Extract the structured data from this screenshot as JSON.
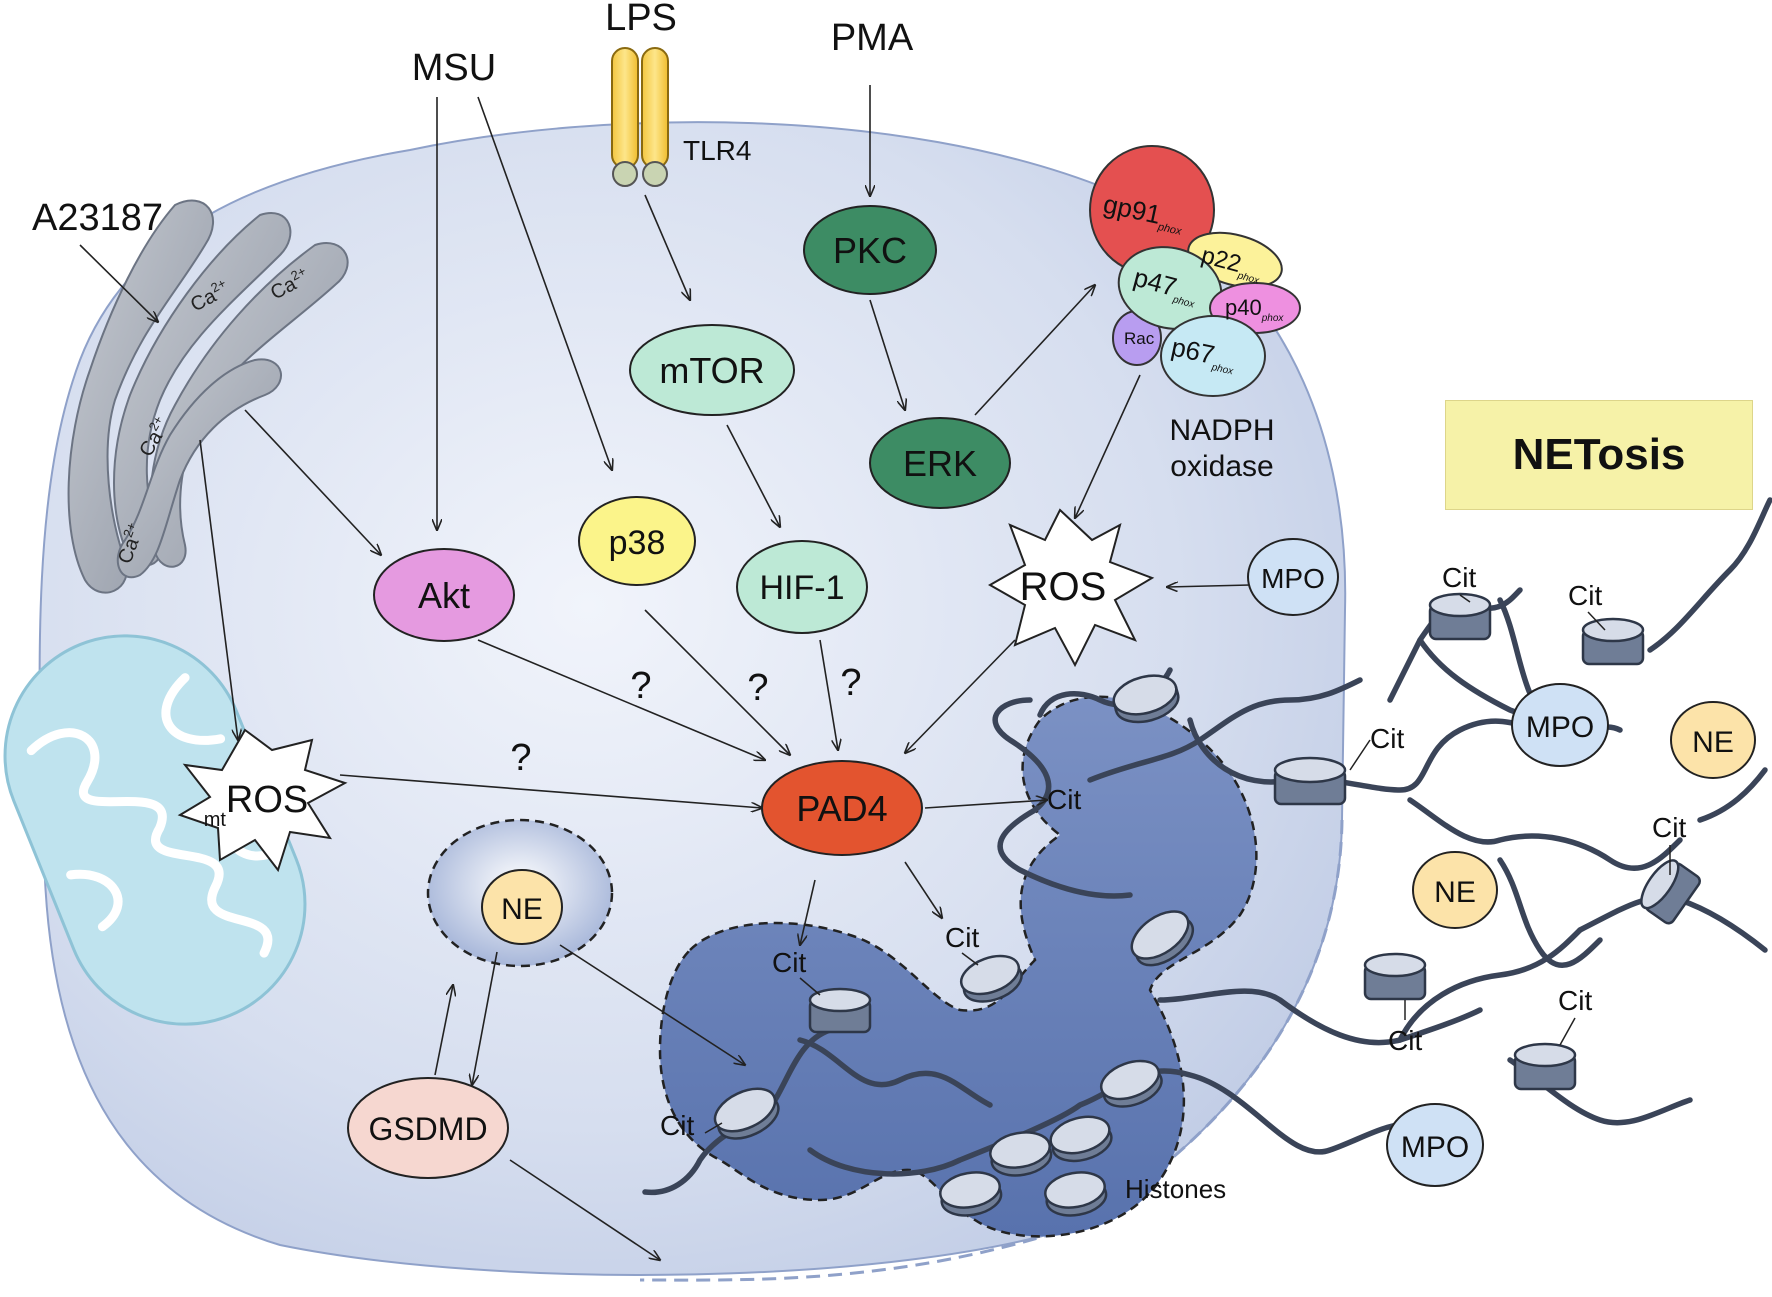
{
  "title": "NETosis",
  "colors": {
    "cell_fill": "#c9d3ea",
    "nucleus": "#5f79b2",
    "pad4": "#e3542f",
    "akt": "#e59ae0",
    "p38": "#fbf48a",
    "mtor": "#bde9d6",
    "pkc_erk": "#3d8c64",
    "gp91": "#e45050",
    "netosis_box": "#f6f2a8"
  },
  "stimuli": {
    "a23187": "A23187",
    "msu": "MSU",
    "lps": "LPS",
    "pma": "PMA",
    "tlr4": "TLR4"
  },
  "calcium": {
    "ion": "Ca",
    "charge": "2+"
  },
  "nodes": {
    "pkc": "PKC",
    "mtor": "mTOR",
    "erk": "ERK",
    "p38": "p38",
    "hif1": "HIF-1",
    "akt": "Akt",
    "ros": "ROS",
    "mtros_prefix": "mt",
    "mtros": "ROS",
    "mpo": "MPO",
    "pad4": "PAD4",
    "ne": "NE",
    "gsdmd": "GSDMD"
  },
  "nadph": {
    "gp91": "gp91",
    "p22": "p22",
    "p47": "p47",
    "p40": "p40",
    "p67": "p67",
    "rac": "Rac",
    "phox": "phox",
    "label_line1": "NADPH",
    "label_line2": "oxidase"
  },
  "question_mark": "?",
  "chromatin": {
    "cit": "Cit",
    "histones": "Histones",
    "ne": "NE",
    "mpo": "MPO"
  }
}
